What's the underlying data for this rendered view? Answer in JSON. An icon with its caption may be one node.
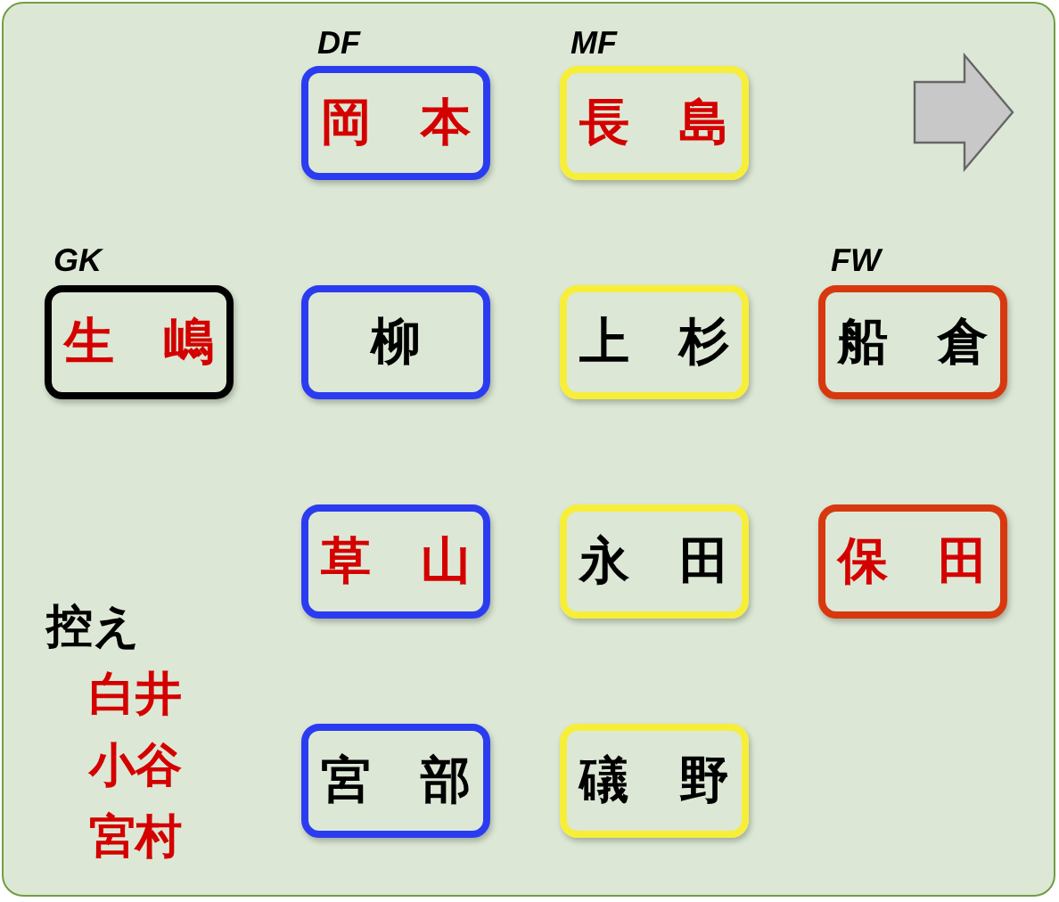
{
  "diagram": {
    "nodes": [
      {
        "text": [
          "岡本"
        ]
      },
      {
        "text": [
          "長島"
        ]
      },
      {
        "text": [
          "生嶋"
        ]
      },
      {
        "text": [
          "柳"
        ]
      },
      {
        "text": [
          "上杉"
        ]
      },
      {
        "text": [
          "船倉"
        ]
      },
      {
        "text": [
          "草山"
        ]
      },
      {
        "text": [
          "永田"
        ]
      },
      {
        "text": [
          "保田"
        ]
      },
      {
        "text": [
          "宮部"
        ]
      },
      {
        "text": [
          "礒野"
        ]
      }
    ],
    "labels": [
      "DF",
      "MF",
      "GK",
      "FW",
      "控え",
      "白井",
      "小谷",
      "宮村"
    ]
  }
}
